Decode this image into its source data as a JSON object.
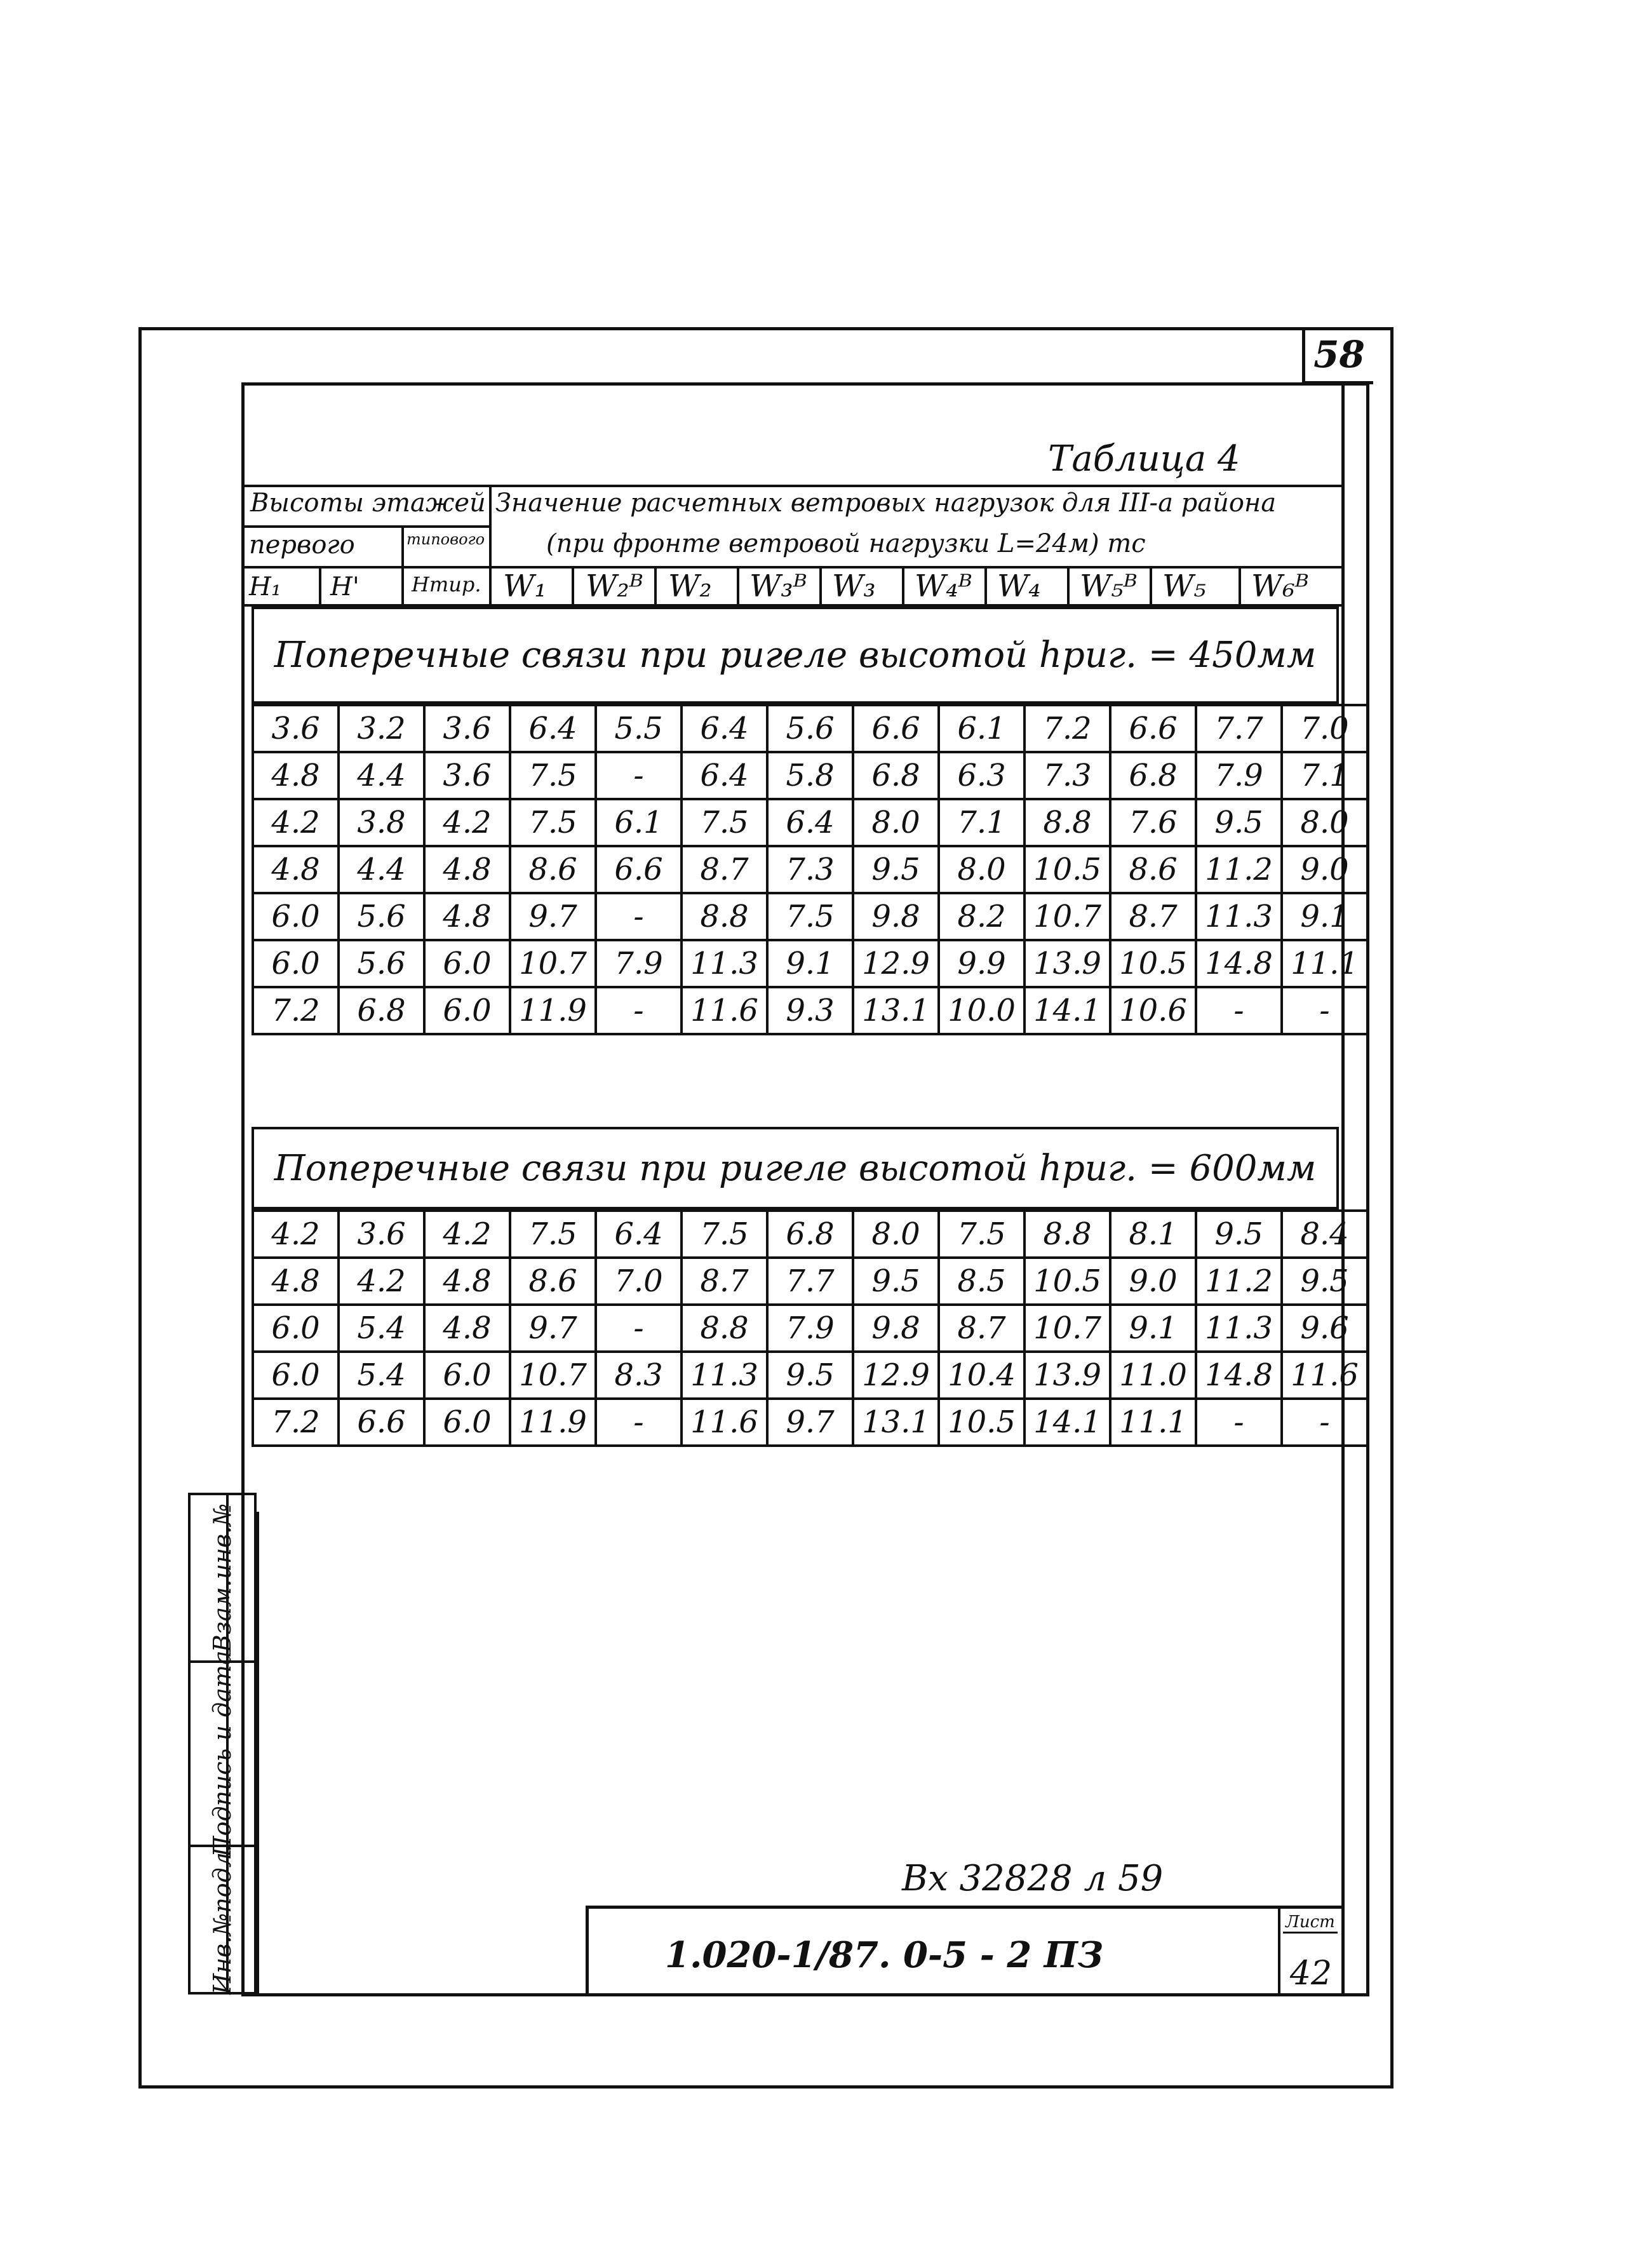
{
  "sheet_number": "58",
  "table_title": "Таблица 4",
  "header": {
    "col_group_heights": "Высоты этажей",
    "col_group_loads": "Значение расчетных ветровых нагрузок для III-а района",
    "col_group_loads_sub": "(при фронте ветровой нагрузки L=24м) тс",
    "first_floor": "первого",
    "typical": "типового",
    "columns": [
      "H₁",
      "H'",
      "Hтиp.",
      "W₁",
      "W₂ᴮ",
      "W₂",
      "W₃ᴮ",
      "W₃",
      "W₄ᴮ",
      "W₄",
      "W₅ᴮ",
      "W₅",
      "W₆ᴮ"
    ]
  },
  "sections": [
    {
      "title": "Поперечные связи при ригеле высотой hриг. = 450мм",
      "rows": [
        [
          "3.6",
          "3.2",
          "3.6",
          "6.4",
          "5.5",
          "6.4",
          "5.6",
          "6.6",
          "6.1",
          "7.2",
          "6.6",
          "7.7",
          "7.0"
        ],
        [
          "4.8",
          "4.4",
          "3.6",
          "7.5",
          "-",
          "6.4",
          "5.8",
          "6.8",
          "6.3",
          "7.3",
          "6.8",
          "7.9",
          "7.1"
        ],
        [
          "4.2",
          "3.8",
          "4.2",
          "7.5",
          "6.1",
          "7.5",
          "6.4",
          "8.0",
          "7.1",
          "8.8",
          "7.6",
          "9.5",
          "8.0"
        ],
        [
          "4.8",
          "4.4",
          "4.8",
          "8.6",
          "6.6",
          "8.7",
          "7.3",
          "9.5",
          "8.0",
          "10.5",
          "8.6",
          "11.2",
          "9.0"
        ],
        [
          "6.0",
          "5.6",
          "4.8",
          "9.7",
          "-",
          "8.8",
          "7.5",
          "9.8",
          "8.2",
          "10.7",
          "8.7",
          "11.3",
          "9.1"
        ],
        [
          "6.0",
          "5.6",
          "6.0",
          "10.7",
          "7.9",
          "11.3",
          "9.1",
          "12.9",
          "9.9",
          "13.9",
          "10.5",
          "14.8",
          "11.1"
        ],
        [
          "7.2",
          "6.8",
          "6.0",
          "11.9",
          "-",
          "11.6",
          "9.3",
          "13.1",
          "10.0",
          "14.1",
          "10.6",
          "-",
          "-"
        ]
      ]
    },
    {
      "title": "Поперечные связи при ригеле высотой hриг. = 600мм",
      "rows": [
        [
          "4.2",
          "3.6",
          "4.2",
          "7.5",
          "6.4",
          "7.5",
          "6.8",
          "8.0",
          "7.5",
          "8.8",
          "8.1",
          "9.5",
          "8.4"
        ],
        [
          "4.8",
          "4.2",
          "4.8",
          "8.6",
          "7.0",
          "8.7",
          "7.7",
          "9.5",
          "8.5",
          "10.5",
          "9.0",
          "11.2",
          "9.5"
        ],
        [
          "6.0",
          "5.4",
          "4.8",
          "9.7",
          "-",
          "8.8",
          "7.9",
          "9.8",
          "8.7",
          "10.7",
          "9.1",
          "11.3",
          "9.6"
        ],
        [
          "6.0",
          "5.4",
          "6.0",
          "10.7",
          "8.3",
          "11.3",
          "9.5",
          "12.9",
          "10.4",
          "13.9",
          "11.0",
          "14.8",
          "11.6"
        ],
        [
          "7.2",
          "6.6",
          "6.0",
          "11.9",
          "-",
          "11.6",
          "9.7",
          "13.1",
          "10.5",
          "14.1",
          "11.1",
          "-",
          "-"
        ]
      ]
    }
  ],
  "side_stamp": [
    "Инв.№подл.",
    "Подпись и дата",
    "Взам.инв.№"
  ],
  "archive_mark": "Вх 32828 л 59",
  "doc_code": "1.020-1/87. 0-5 - 2 ПЗ",
  "sheet_label": "Лист",
  "sheet_value": "42"
}
